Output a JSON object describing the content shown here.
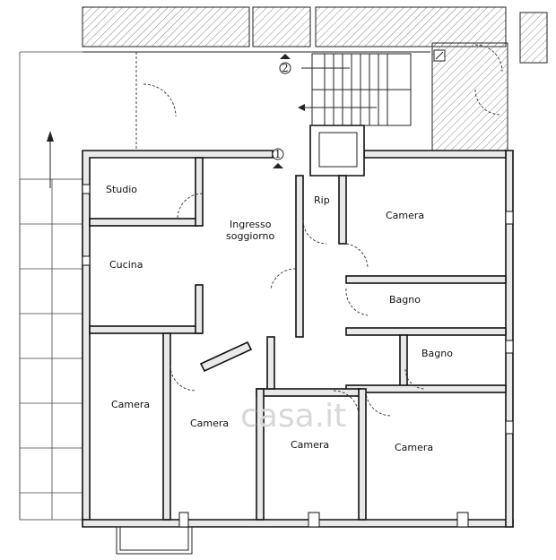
{
  "rooms": {
    "studio": "Studio",
    "ingresso_1": "Ingresso",
    "ingresso_2": "soggiorno",
    "rip": "Rip",
    "camera_ne": "Camera",
    "cucina": "Cucina",
    "bagno_1": "Bagno",
    "bagno_2": "Bagno",
    "camera_w": "Camera",
    "camera_mw": "Camera",
    "camera_m": "Camera",
    "camera_se": "Camera"
  },
  "markers": {
    "entrance_1": "1",
    "entrance_2": "2"
  },
  "watermark": "casa.it",
  "icons": [
    "north-arrow-icon",
    "stair-arrow-icon",
    "watermark-logo-icon"
  ]
}
